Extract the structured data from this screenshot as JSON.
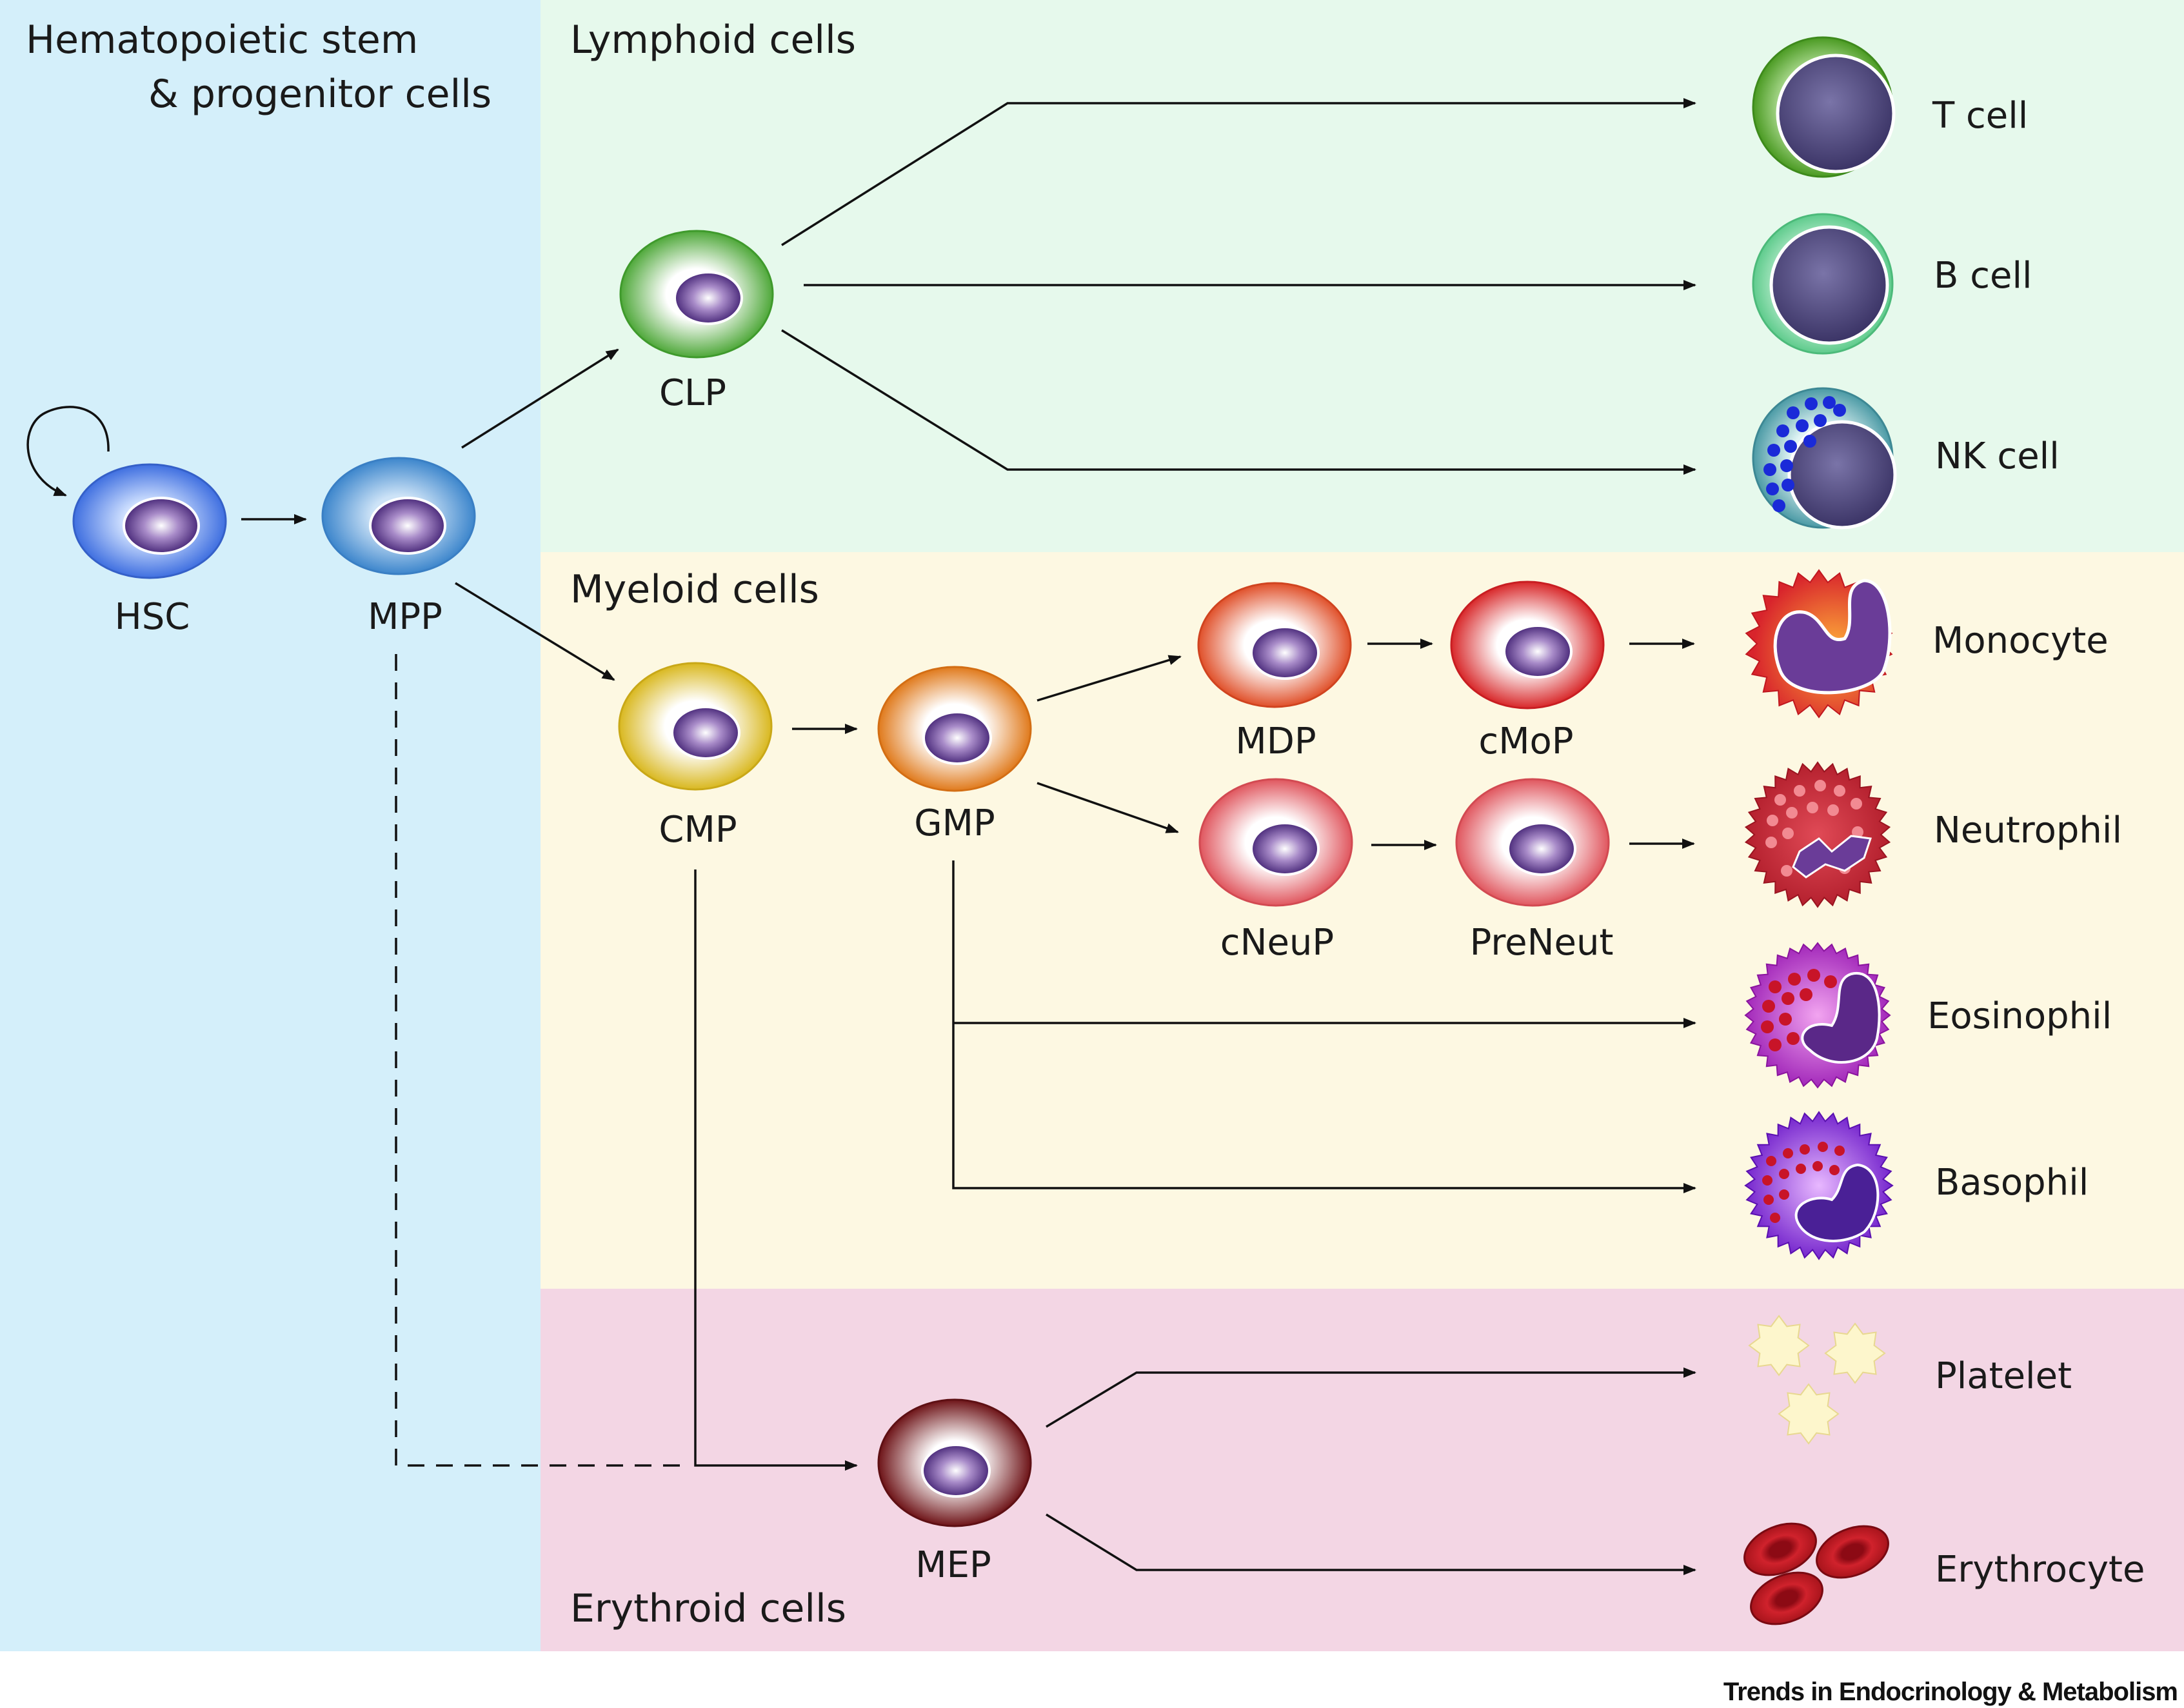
{
  "regions": {
    "stem": "Hematopoietic stem",
    "stem_line2": "& progenitor cells",
    "lymphoid": "Lymphoid cells",
    "myeloid": "Myeloid cells",
    "erythroid": "Erythroid cells"
  },
  "colors": {
    "stem_bg": "#d4effa",
    "lymphoid_bg": "#e6f9ec",
    "myeloid_bg": "#fdf8e2",
    "erythroid_bg": "#f3d6e4"
  },
  "progenitors": {
    "hsc": "HSC",
    "mpp": "MPP",
    "clp": "CLP",
    "cmp": "CMP",
    "gmp": "GMP",
    "mdp": "MDP",
    "cmop": "cMoP",
    "cneup": "cNeuP",
    "preneut": "PreNeut",
    "mep": "MEP"
  },
  "mature": {
    "t_cell": "T cell",
    "b_cell": "B cell",
    "nk_cell": "NK cell",
    "monocyte": "Monocyte",
    "neutrophil": "Neutrophil",
    "eosinophil": "Eosinophil",
    "basophil": "Basophil",
    "platelet": "Platelet",
    "erythrocyte": "Erythrocyte"
  },
  "credit": "Trends in Endocrinology & Metabolism"
}
